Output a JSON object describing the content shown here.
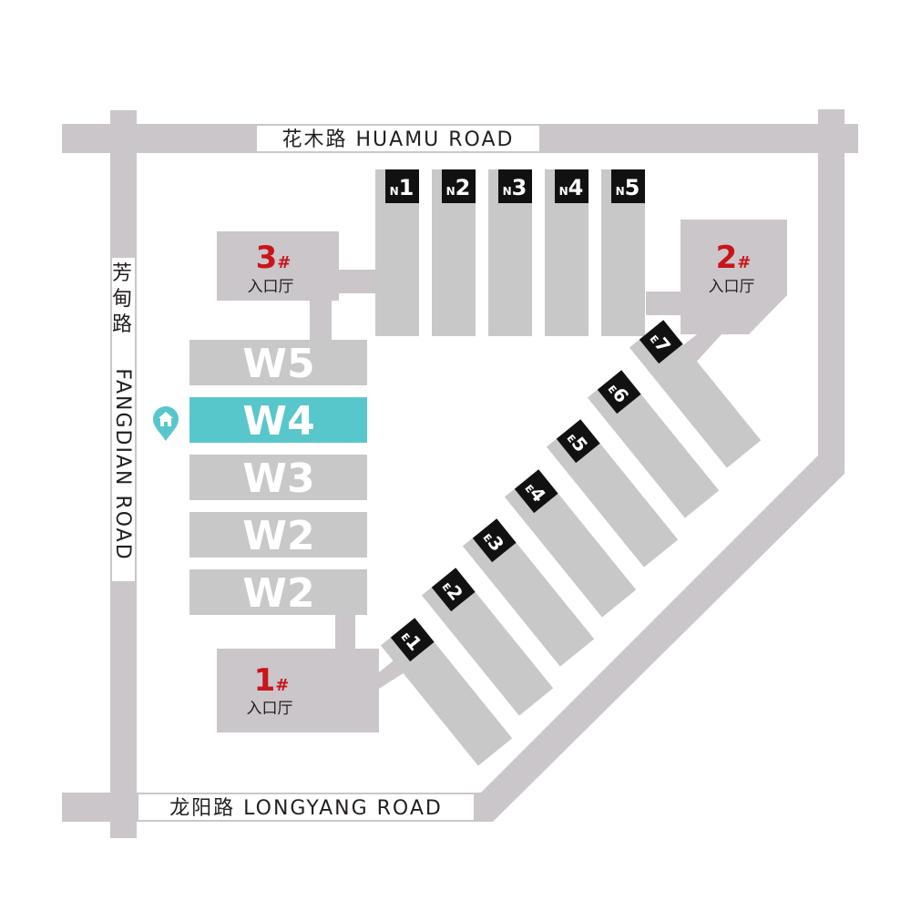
{
  "roads": {
    "north": "花木路 HUAMU ROAD",
    "west_cn": [
      "芳",
      "甸",
      "路"
    ],
    "west_en": "FANGDIAN ROAD",
    "south": "龙阳路 LONGYANG ROAD"
  },
  "west_halls": [
    {
      "label": "W5",
      "active": false
    },
    {
      "label": "W4",
      "active": true
    },
    {
      "label": "W3",
      "active": false
    },
    {
      "label": "W2",
      "active": false
    },
    {
      "label": "W2",
      "active": false
    }
  ],
  "north_halls": [
    {
      "prefix": "N",
      "num": "1"
    },
    {
      "prefix": "N",
      "num": "2"
    },
    {
      "prefix": "N",
      "num": "3"
    },
    {
      "prefix": "N",
      "num": "4"
    },
    {
      "prefix": "N",
      "num": "5"
    }
  ],
  "east_halls": [
    {
      "prefix": "E",
      "num": "1"
    },
    {
      "prefix": "E",
      "num": "2"
    },
    {
      "prefix": "E",
      "num": "3"
    },
    {
      "prefix": "E",
      "num": "4"
    },
    {
      "prefix": "E",
      "num": "5"
    },
    {
      "prefix": "E",
      "num": "6"
    },
    {
      "prefix": "E",
      "num": "7"
    }
  ],
  "entrances": [
    {
      "num": "3",
      "hash": "#",
      "name": "入口厅"
    },
    {
      "num": "2",
      "hash": "#",
      "name": "入口厅"
    },
    {
      "num": "1",
      "hash": "#",
      "name": "入口厅"
    }
  ],
  "marker": {
    "icon": "home-location-pin-icon"
  },
  "colors": {
    "road": "#cbc6ca",
    "hall": "#c8c8c8",
    "highlight": "#58c7cc",
    "tag": "#111111",
    "entrance_number": "#c8151b",
    "text": "#231f20"
  }
}
